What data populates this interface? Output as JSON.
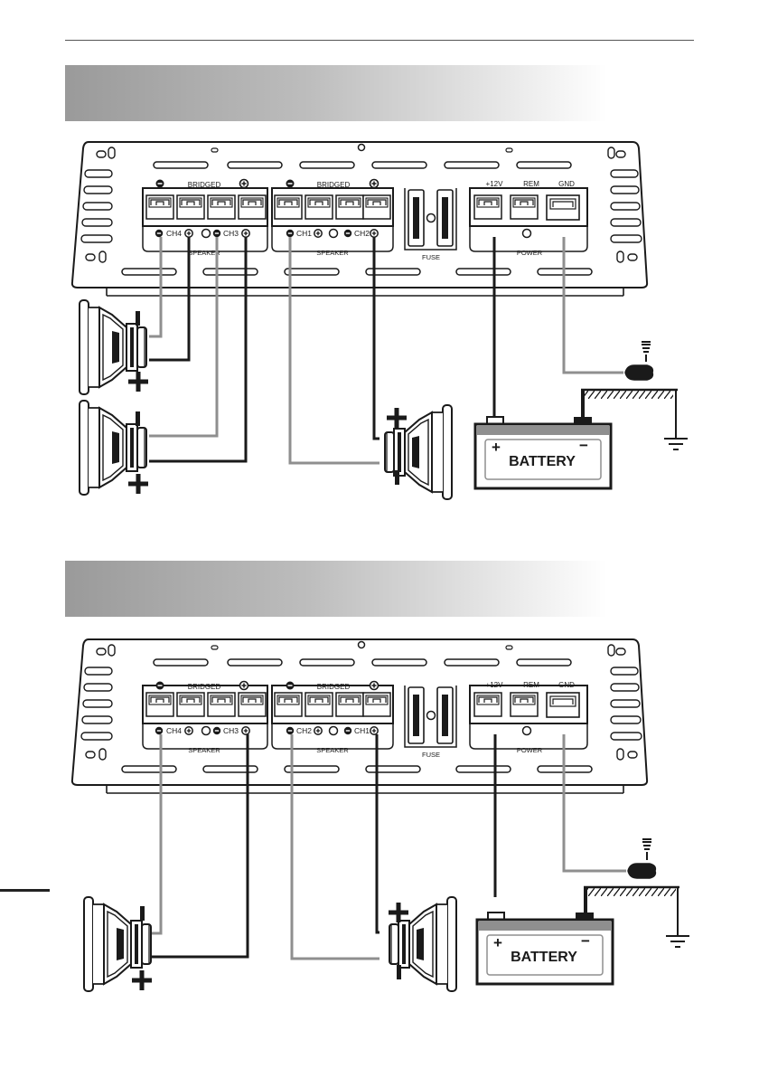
{
  "terminal_block": {
    "bridged_label": "BRIDGED",
    "speaker_label": "SPEAKER",
    "fuse_label": "FUSE",
    "power_label": "POWER",
    "power_terminals": [
      "+12V",
      "REM",
      "GND"
    ]
  },
  "diagram_top": {
    "left_group_channels": [
      "CH4",
      "CH3"
    ],
    "right_group_channels": [
      "CH1",
      "CH2"
    ]
  },
  "diagram_bottom": {
    "left_group_channels": [
      "CH4",
      "CH3"
    ],
    "right_group_channels": [
      "CH2",
      "CH1"
    ]
  },
  "battery": {
    "label": "BATTERY",
    "positive": "+",
    "negative": "−"
  },
  "colors": {
    "line_dark": "#1a1a1a",
    "line_gray": "#8f8f8f",
    "banner_dark": "#9a9a9a"
  }
}
